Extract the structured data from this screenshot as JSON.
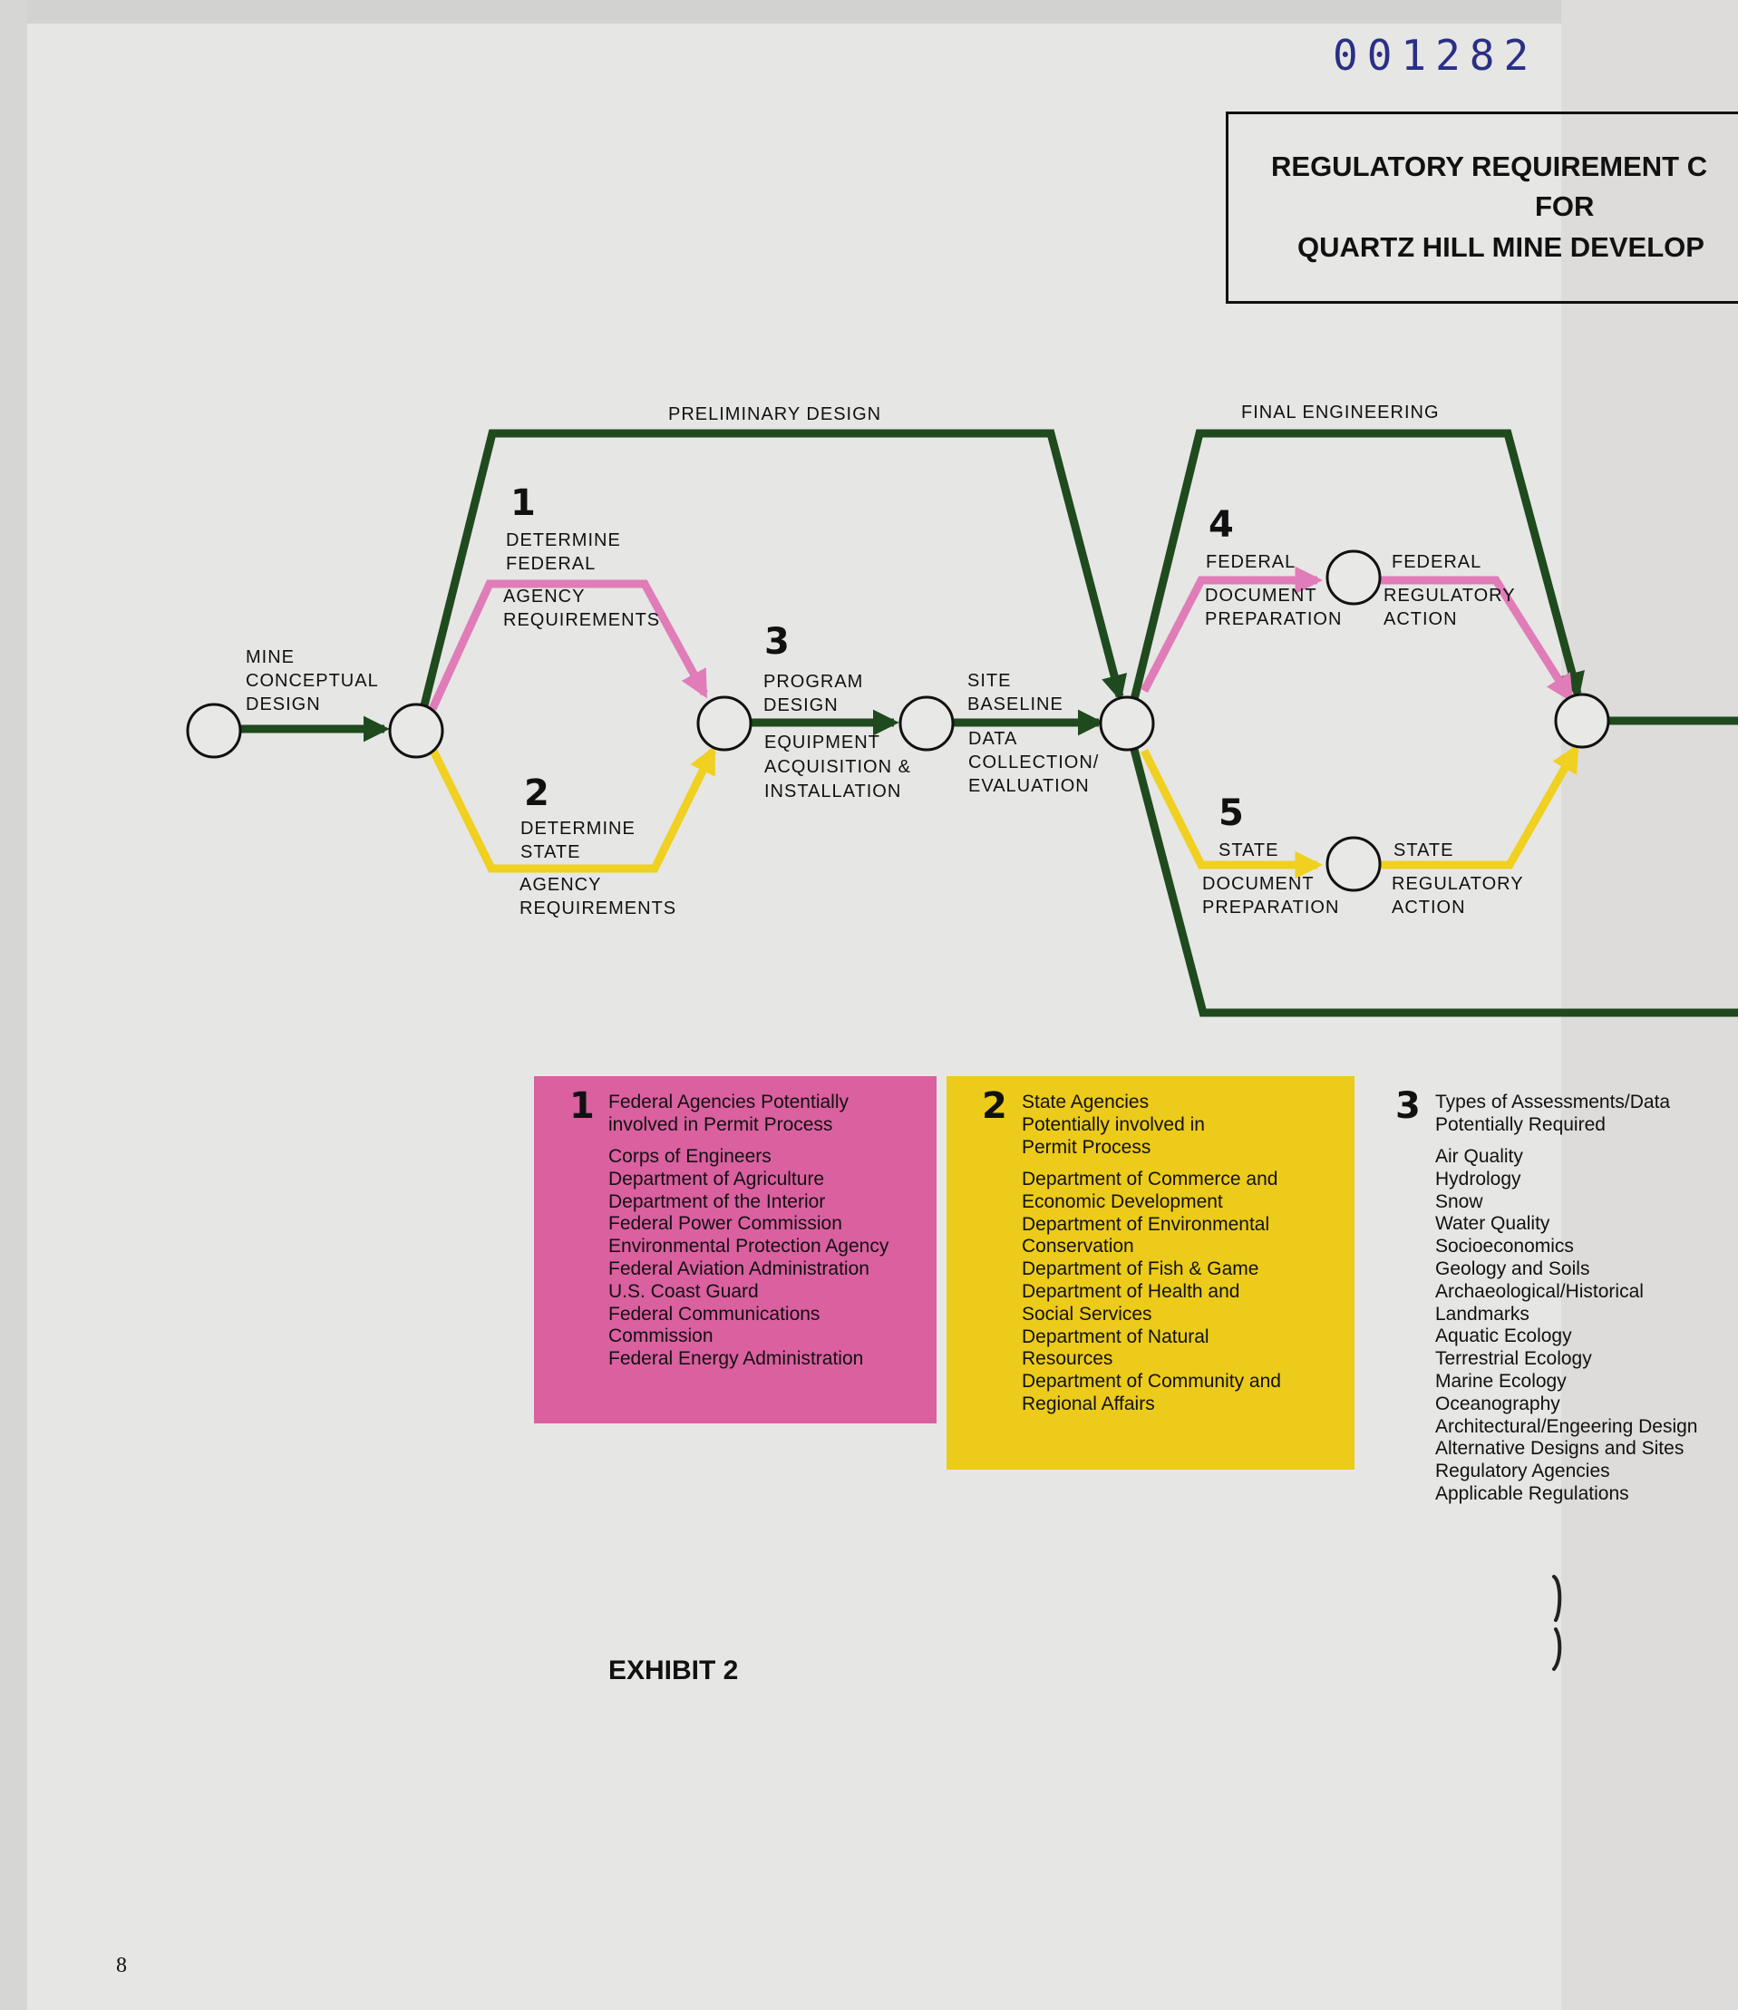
{
  "document": {
    "number": "001282",
    "title_lines": [
      "REGULATORY REQUIREMENT C",
      "FOR",
      "QUARTZ HILL MINE DEVELOP"
    ],
    "exhibit": "EXHIBIT 2",
    "page_number": "8"
  },
  "phases": {
    "preliminary": "PRELIMINARY DESIGN",
    "final": "FINAL ENGINEERING"
  },
  "nodes": {
    "start": [
      "MINE",
      "CONCEPTUAL",
      "DESIGN"
    ],
    "step1": {
      "number": "1",
      "label_top": [
        "DETERMINE",
        "FEDERAL"
      ],
      "label_bottom": [
        "AGENCY",
        "REQUIREMENTS"
      ]
    },
    "step2": {
      "number": "2",
      "label_top": [
        "DETERMINE",
        "STATE"
      ],
      "label_bottom": [
        "AGENCY",
        "REQUIREMENTS"
      ]
    },
    "step3": {
      "number": "3",
      "label_top": [
        "PROGRAM",
        "DESIGN"
      ],
      "label_bottom": [
        "EQUIPMENT",
        "ACQUISITION &",
        "INSTALLATION"
      ]
    },
    "site": {
      "label_top": [
        "SITE",
        "BASELINE"
      ],
      "label_bottom": [
        "DATA",
        "COLLECTION/",
        "EVALUATION"
      ]
    },
    "step4": {
      "number": "4",
      "left_top": "FEDERAL",
      "left_bottom": [
        "DOCUMENT",
        "PREPARATION"
      ],
      "right_top": "FEDERAL",
      "right_bottom": [
        "REGULATORY",
        "ACTION"
      ]
    },
    "step5": {
      "number": "5",
      "left_top": "STATE",
      "left_bottom": [
        "DOCUMENT",
        "PREPARATION"
      ],
      "right_top": "STATE",
      "right_bottom": [
        "REGULATORY",
        "ACTION"
      ]
    }
  },
  "colors": {
    "green": "#1e4a1e",
    "pink": "#e07cb8",
    "yellow": "#f0d020",
    "federal_box": "#da60a0",
    "state_box": "#eccb1a"
  },
  "legend": {
    "federal": {
      "number": "1",
      "heading": [
        "Federal Agencies Potentially",
        "involved in Permit Process"
      ],
      "items": [
        {
          "text": "Corps of Engineers"
        },
        {
          "text": "Department of Agriculture"
        },
        {
          "text": "Department of the Interior"
        },
        {
          "text": "Federal Power Commission"
        },
        {
          "text": "Environmental Protection Agency"
        },
        {
          "text": "Federal Aviation Administration"
        },
        {
          "text": "U.S. Coast Guard"
        },
        {
          "text": "Federal Communications"
        },
        {
          "text": "Commission",
          "indent": true
        },
        {
          "text": "Federal Energy Administration"
        }
      ]
    },
    "state": {
      "number": "2",
      "heading": [
        "State Agencies",
        "Potentially involved in",
        "Permit Process"
      ],
      "items": [
        {
          "text": "Department of Commerce and"
        },
        {
          "text": "Economic Development",
          "indent": true
        },
        {
          "text": "Department of Environmental"
        },
        {
          "text": "Conservation",
          "indent": true
        },
        {
          "text": "Department of Fish & Game"
        },
        {
          "text": "Department of Health and"
        },
        {
          "text": "Social Services",
          "indent": true
        },
        {
          "text": "Department of Natural"
        },
        {
          "text": "Resources",
          "indent": true
        },
        {
          "text": "Department of Community and"
        },
        {
          "text": "Regional Affairs",
          "indent": true
        }
      ]
    },
    "assessments": {
      "number": "3",
      "heading": [
        "Types of Assessments/Data",
        "Potentially Required"
      ],
      "items": [
        {
          "text": "Air Quality"
        },
        {
          "text": "Hydrology"
        },
        {
          "text": "Snow"
        },
        {
          "text": "Water Quality"
        },
        {
          "text": "Socioeconomics"
        },
        {
          "text": "Geology and Soils"
        },
        {
          "text": "Archaeological/Historical"
        },
        {
          "text": "Landmarks",
          "indent": true
        },
        {
          "text": "Aquatic Ecology"
        },
        {
          "text": "Terrestrial Ecology"
        },
        {
          "text": "Marine Ecology"
        },
        {
          "text": "Oceanography"
        },
        {
          "text": "Architectural/Engeering Design"
        },
        {
          "text": "Alternative Designs and Sites"
        },
        {
          "text": "Regulatory Agencies"
        },
        {
          "text": "Applicable Regulations"
        }
      ]
    }
  }
}
